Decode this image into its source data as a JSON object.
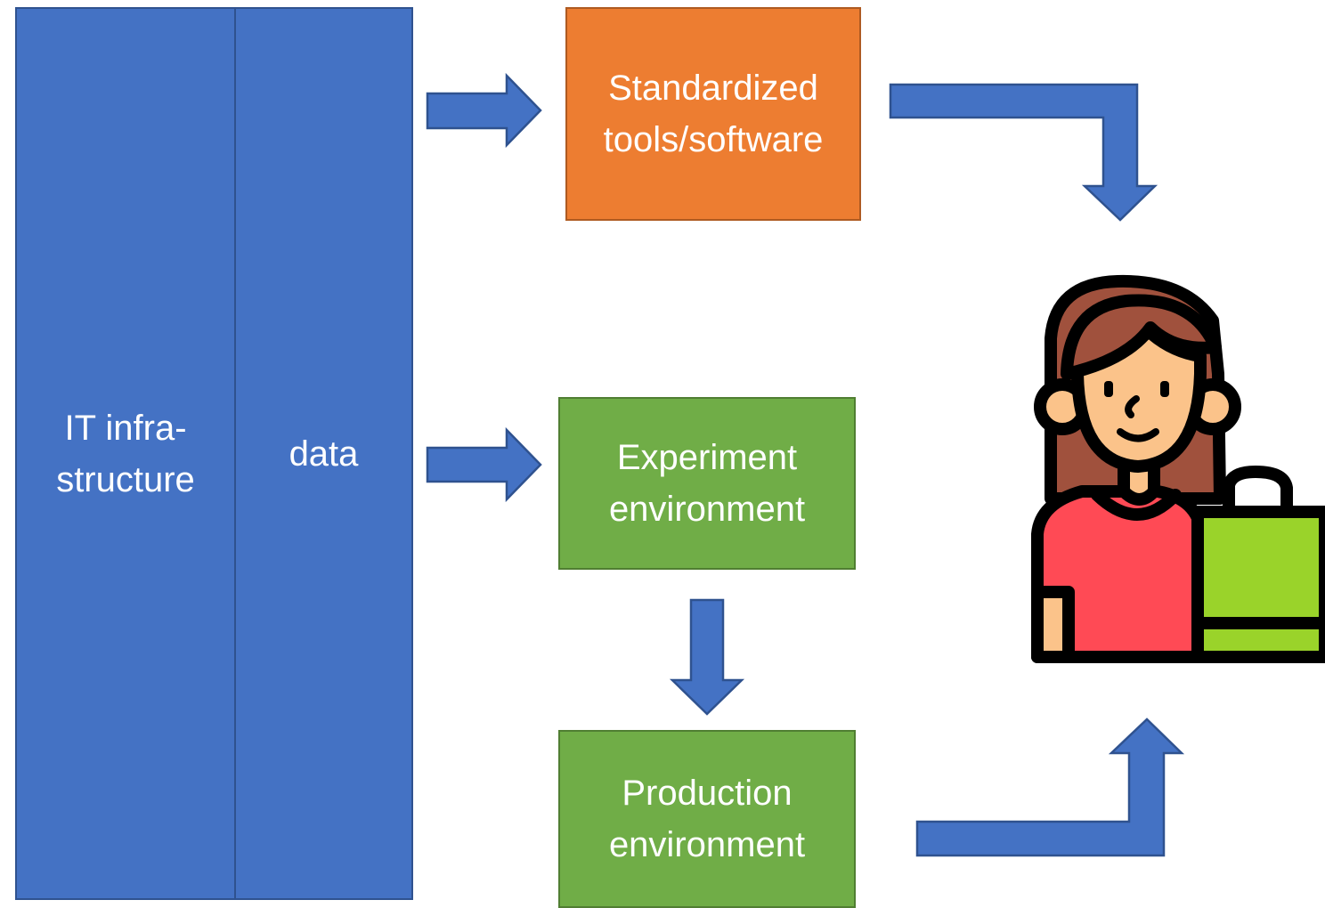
{
  "columns": {
    "infra": {
      "line1": "IT infra-",
      "line2": "structure"
    },
    "data": {
      "label": "data"
    }
  },
  "boxes": {
    "tools": {
      "line1": "Standardized",
      "line2": "tools/software"
    },
    "experiment": {
      "line1": "Experiment",
      "line2": "environment"
    },
    "production": {
      "line1": "Production",
      "line2": "environment"
    }
  },
  "colors": {
    "blue": "#4472c4",
    "blue_border": "#2f528f",
    "orange": "#ed7d31",
    "green": "#70ad47"
  },
  "icons": {
    "user": "shopper-woman-icon"
  }
}
